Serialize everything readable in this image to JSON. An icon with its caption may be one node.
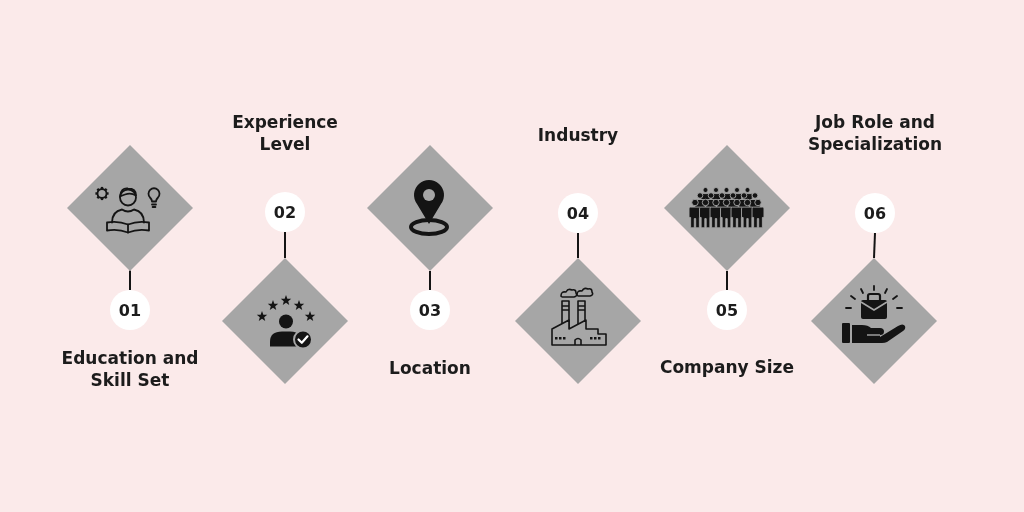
{
  "diagram": {
    "nodes": [
      {
        "text": [],
        "shape": "diamond"
      },
      {
        "text": [
          "01",
          "Education and Skill Set"
        ]
      },
      {
        "text": [
          "Experience Level",
          "02"
        ]
      },
      {
        "text": [],
        "shape": "diamond"
      },
      {
        "text": [],
        "shape": "diamond"
      },
      {
        "text": [
          "03",
          "Location"
        ]
      },
      {
        "text": [
          "Industry",
          "04"
        ]
      },
      {
        "text": [],
        "shape": "diamond"
      },
      {
        "text": [],
        "shape": "diamond"
      },
      {
        "text": [
          "05",
          "Company Size"
        ]
      },
      {
        "text": [
          "Job Role and Specialization",
          "06"
        ]
      },
      {
        "text": [],
        "shape": "diamond"
      }
    ],
    "edges": [
      {
        "from": 0,
        "to": 1,
        "arrow": "none"
      },
      {
        "from": 2,
        "to": 3,
        "arrow": "none"
      },
      {
        "from": 4,
        "to": 5,
        "arrow": "none"
      },
      {
        "from": 6,
        "to": 7,
        "arrow": "none"
      },
      {
        "from": 8,
        "to": 9,
        "arrow": "none"
      },
      {
        "from": 10,
        "to": 11,
        "arrow": "none"
      }
    ]
  }
}
